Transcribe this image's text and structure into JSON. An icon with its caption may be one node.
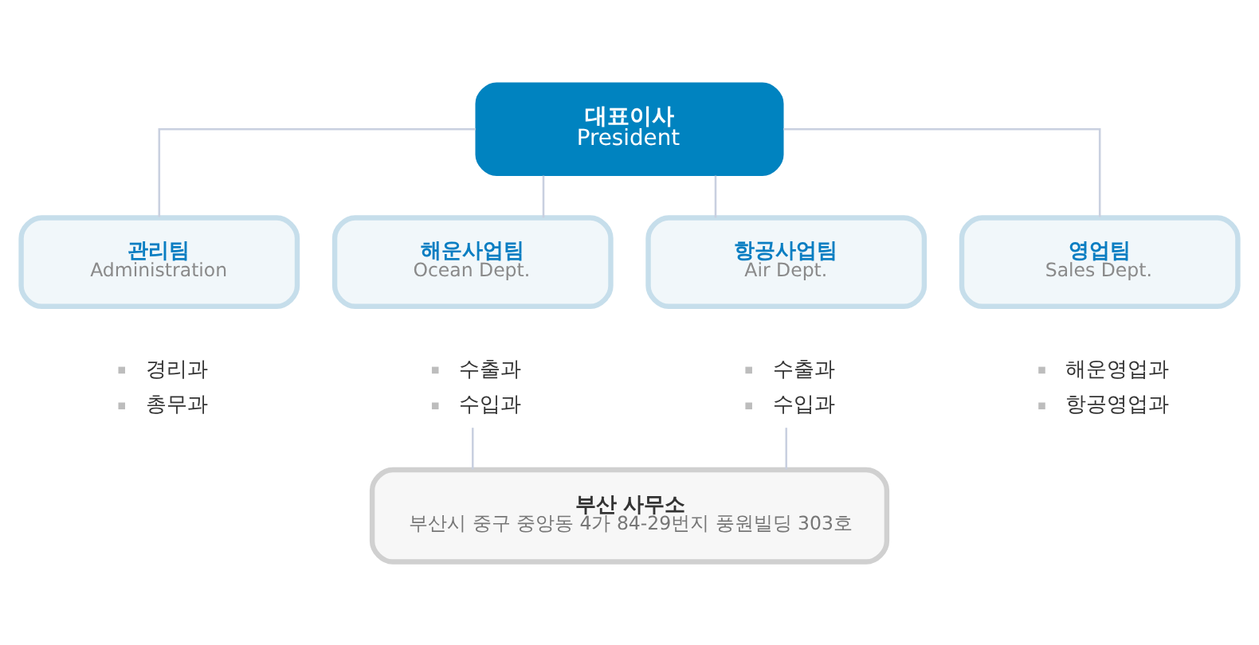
{
  "diagram": {
    "nodes": [
      {
        "text": [
          "대표이사",
          "President"
        ]
      },
      {
        "text": [
          "관리팀",
          "Administration"
        ]
      },
      {
        "text": [
          "해운사업팀",
          "Ocean Dept."
        ]
      },
      {
        "text": [
          "항공사업팀",
          "Air Dept."
        ]
      },
      {
        "text": [
          "영업팀",
          "Sales Dept."
        ]
      },
      {
        "text": [
          "경리과",
          "총무과"
        ]
      },
      {
        "text": [
          "수출과",
          "수입과"
        ]
      },
      {
        "text": [
          "수출과",
          "수입과"
        ]
      },
      {
        "text": [
          "해운영업과",
          "항공영업과"
        ]
      },
      {
        "text": [
          "부산 사무소",
          "부산시 중구 중앙동 4가 84-29번지 풍원빌딩 303호"
        ]
      }
    ],
    "edges": [
      {
        "from": 0,
        "to": 1,
        "arrow": "none"
      },
      {
        "from": 0,
        "to": 2,
        "arrow": "none"
      },
      {
        "from": 0,
        "to": 3,
        "arrow": "none"
      },
      {
        "from": 0,
        "to": 4,
        "arrow": "none"
      },
      {
        "from": 6,
        "to": 9,
        "arrow": "none"
      },
      {
        "from": 7,
        "to": 9,
        "arrow": "none"
      }
    ]
  }
}
